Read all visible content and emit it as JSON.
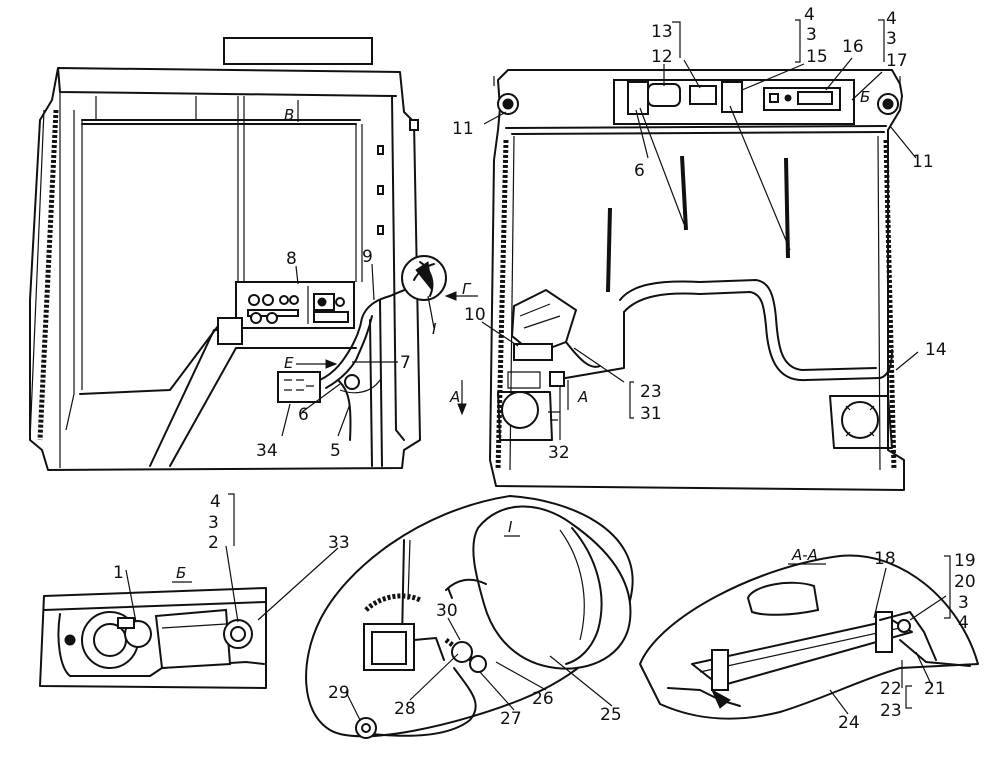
{
  "callouts": {
    "n1": "1",
    "n2": "2",
    "n3": "3",
    "n4": "4",
    "n5": "5",
    "n6": "6",
    "n7": "7",
    "n8": "8",
    "n9": "9",
    "n10": "10",
    "n11": "11",
    "n12": "12",
    "n13": "13",
    "n14": "14",
    "n15": "15",
    "n16": "16",
    "n17": "17",
    "n18": "18",
    "n19": "19",
    "n20": "20",
    "n21": "21",
    "n22": "22",
    "n23": "23",
    "n24": "24",
    "n25": "25",
    "n26": "26",
    "n27": "27",
    "n28": "28",
    "n29": "29",
    "n30": "30",
    "n31": "31",
    "n32": "32",
    "n33": "33",
    "n34": "34"
  },
  "section_marks": {
    "v": "В",
    "g": "Г",
    "e": "Е",
    "b": "Б",
    "a": "А",
    "i": "I"
  },
  "detail_titles": {
    "b": "Б",
    "i": "I",
    "aa": "А-А"
  }
}
